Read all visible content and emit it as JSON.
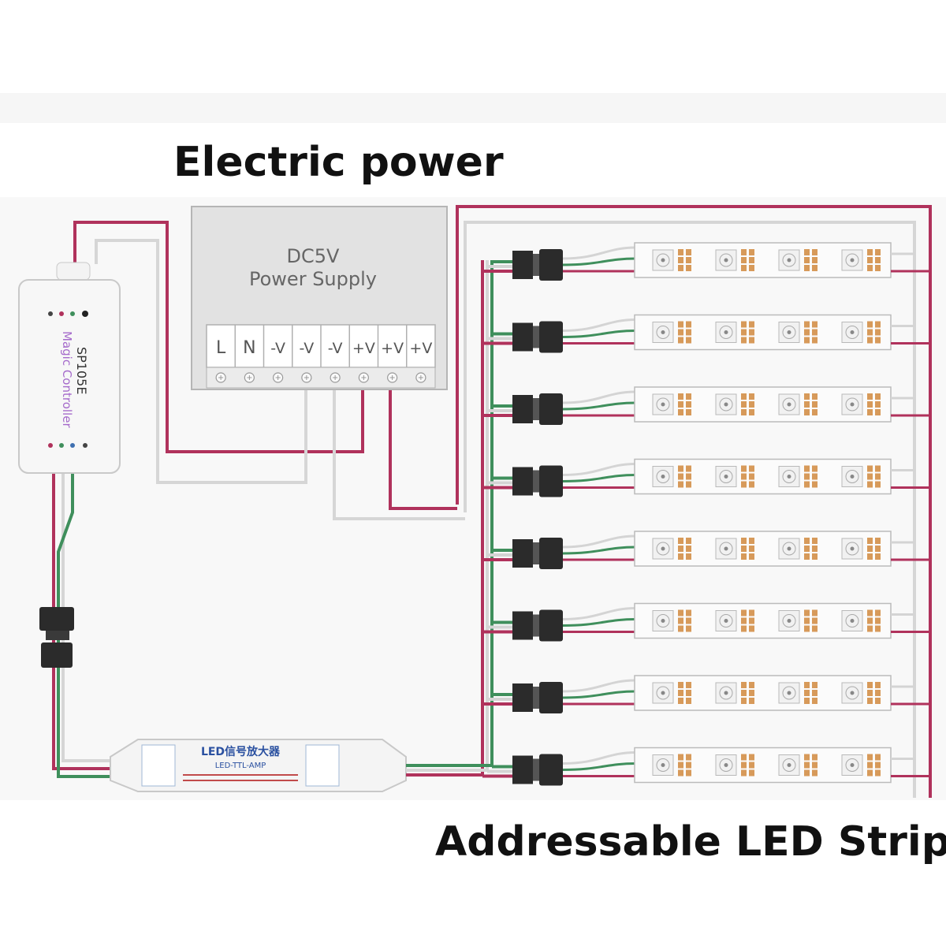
{
  "headings": {
    "power": "Electric power",
    "strip": "Addressable LED Strip"
  },
  "power_supply": {
    "line1": "DC5V",
    "line2": "Power Supply",
    "terminals": [
      "L",
      "N",
      "-V",
      "-V",
      "-V",
      "+V",
      "+V",
      "+V"
    ]
  },
  "controller": {
    "model": "SP105E",
    "name": "Magic Controller"
  },
  "amplifier": {
    "title": "LED信号放大器",
    "subtitle": "LED-TTL-AMP"
  },
  "strips": {
    "count": 8
  },
  "colors": {
    "positive_wire": "#b0325c",
    "negative_wire": "#d4d4d4",
    "data_wire": "#3f8f5c",
    "connector": "#2b2b2b",
    "led_pad": "#d79a5a"
  }
}
